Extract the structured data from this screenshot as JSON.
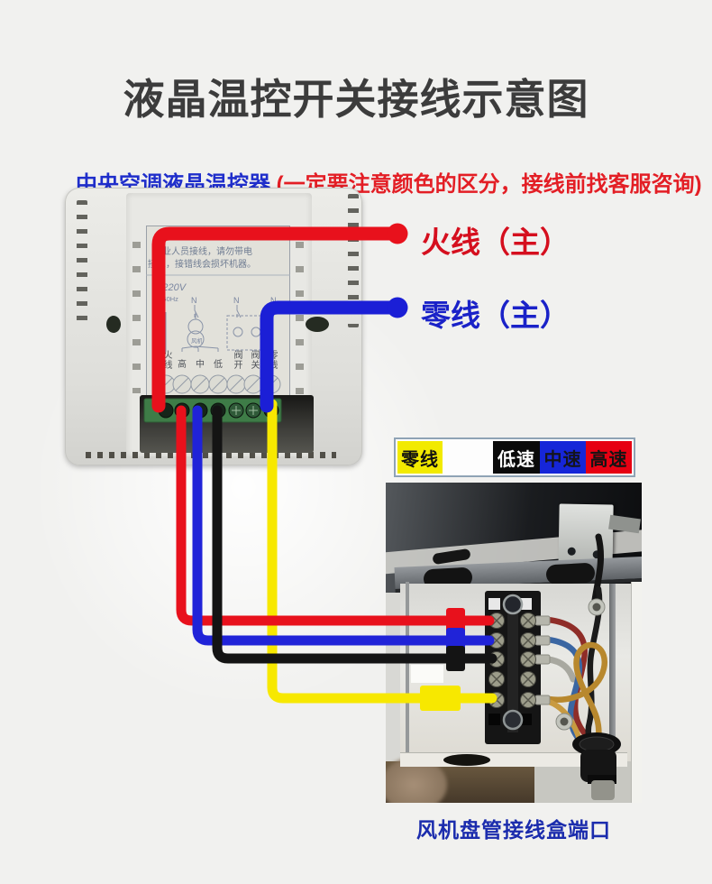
{
  "title": "液晶温控开关接线示意图",
  "subtitle": {
    "device": "中央空调液晶温控器 ",
    "warning": "(一定要注意颜色的区分，接线前找客服咨询)"
  },
  "thermostat": {
    "print_line1": "专业人员接线，请勿带电",
    "print_line2": "接线，接错线会损坏机器。",
    "voltage": "~220V",
    "frequency": "50/60Hz",
    "n_label": "N",
    "l_label": "L",
    "fan_label": "风机",
    "terminals": [
      "火线",
      "高",
      "中",
      "低",
      "阀开",
      "阀关",
      "零线"
    ]
  },
  "wire_labels": {
    "live": "火线（主）",
    "neutral": "零线（主）"
  },
  "legend": {
    "items": [
      {
        "label": "零线",
        "bg": "#f2ea00",
        "fg": "#111111"
      },
      {
        "label": "",
        "bg": "#fdfdfd",
        "fg": "#111111"
      },
      {
        "label": "低速",
        "bg": "#0a0a0a",
        "fg": "#ffffff"
      },
      {
        "label": "中速",
        "bg": "#1626d8",
        "fg": "#14141c"
      },
      {
        "label": "高速",
        "bg": "#e60012",
        "fg": "#141414"
      }
    ]
  },
  "caption": "风机盘管接线盒端口",
  "colors": {
    "live_red": "#e8111c",
    "neutral_blue": "#1b1fd6",
    "speed_high_red": "#e8111c",
    "speed_mid_blue": "#2023d8",
    "speed_low_black": "#141414",
    "neutral_yellow": "#f7e800",
    "terminal_green": "#3e7c47"
  }
}
